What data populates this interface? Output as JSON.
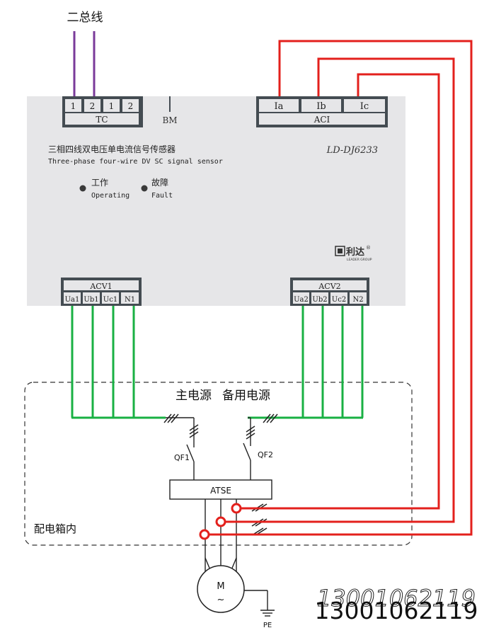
{
  "bus_label": "二总线",
  "device": {
    "title_cn": "三相四线双电压单电流信号传感器",
    "title_en": "Three-phase four-wire DV SC signal sensor",
    "model": "LD-DJ6233",
    "tc_pins": [
      "1",
      "2",
      "1",
      "2"
    ],
    "tc_label": "TC",
    "bm_label": "BM",
    "aci_pins": [
      "Ia",
      "Ib",
      "Ic"
    ],
    "aci_label": "ACI",
    "led_operating_cn": "工作",
    "led_operating_en": "Operating",
    "led_fault_cn": "故障",
    "led_fault_en": "Fault",
    "brand_name": "利达",
    "brand_mark": "®",
    "brand_sub": "LEADER GROUP",
    "acv1_label": "ACV1",
    "acv1_pins": [
      "Ua1",
      "Ub1",
      "Uc1",
      "N1"
    ],
    "acv2_label": "ACV2",
    "acv2_pins": [
      "Ua2",
      "Ub2",
      "Uc2",
      "N2"
    ]
  },
  "circuit": {
    "main_power": "主电源",
    "backup_power": "备用电源",
    "qf1": "QF1",
    "qf2": "QF2",
    "atse": "ATSE",
    "box_label": "配电箱内",
    "motor_label": "M",
    "motor_symbol": "~",
    "pe_label": "PE"
  },
  "watermark": "13001062119",
  "colors": {
    "bus_wire": "#7a3a9a",
    "voltage_wire": "#19b043",
    "current_wire": "#e3201c",
    "device_body": "#e6e6e8",
    "terminal_block": "#444c52"
  }
}
